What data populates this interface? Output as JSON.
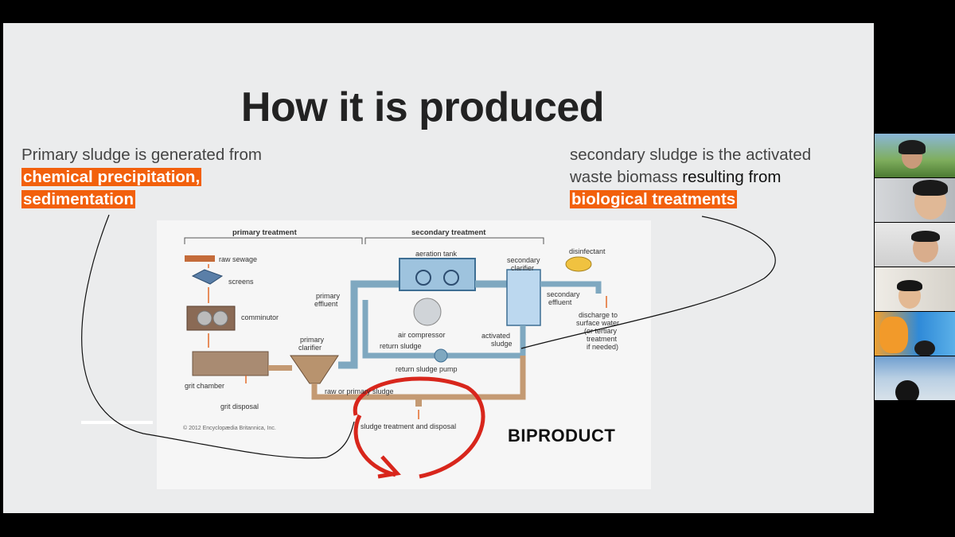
{
  "slide": {
    "title": "How it is produced",
    "left": {
      "line1": "Primary sludge is generated from",
      "hl1": "chemical precipitation,",
      "hl2": "sedimentation"
    },
    "right": {
      "line1a": "secondary sludge is the ",
      "line1b": "activated",
      "line2a": "waste biomass ",
      "line2b": "resulting from",
      "hl": "biological treatments"
    }
  },
  "diagram": {
    "header_primary": "primary treatment",
    "header_secondary": "secondary treatment",
    "labels": {
      "raw_sewage": "raw sewage",
      "screens": "screens",
      "comminutor": "comminutor",
      "grit_chamber": "grit chamber",
      "grit_disposal": "grit disposal",
      "primary_clarifier_1": "primary",
      "primary_clarifier_2": "clarifier",
      "primary_effluent_1": "primary",
      "primary_effluent_2": "effluent",
      "aeration_tank": "aeration tank",
      "air_compressor": "air compressor",
      "return_sludge": "return sludge",
      "return_sludge_pump": "return sludge pump",
      "secondary_clarifier_1": "secondary",
      "secondary_clarifier_2": "clarifier",
      "disinfectant": "disinfectant",
      "secondary_effluent_1": "secondary",
      "secondary_effluent_2": "effluent",
      "activated_sludge_1": "activated",
      "activated_sludge_2": "sludge",
      "discharge_1": "discharge to",
      "discharge_2": "surface water",
      "discharge_3": "(or tertiary",
      "discharge_4": "treatment",
      "discharge_5": "if needed)",
      "raw_primary_sludge": "raw or primary sludge",
      "sludge_treatment": "sludge treatment and disposal",
      "copyright": "© 2012 Encyclopædia Britannica, Inc."
    },
    "biproduct": "BIPRODUCT"
  }
}
